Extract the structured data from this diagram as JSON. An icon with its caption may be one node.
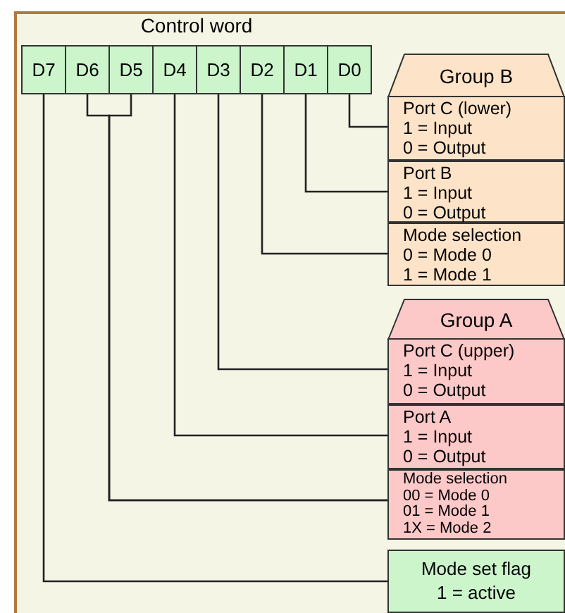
{
  "diagram": {
    "nodes": [
      {
        "text": [
          "Control word"
        ]
      },
      {
        "text": [
          "D7"
        ],
        "in": 0
      },
      {
        "text": [
          "D6"
        ],
        "in": 0
      },
      {
        "text": [
          "D5"
        ],
        "in": 0
      },
      {
        "text": [
          "D4"
        ],
        "in": 0
      },
      {
        "text": [
          "D3"
        ],
        "in": 0
      },
      {
        "text": [
          "D2"
        ],
        "in": 0
      },
      {
        "text": [
          "D1"
        ],
        "in": 0
      },
      {
        "text": [
          "D0"
        ],
        "in": 0
      },
      {
        "text": [
          "Group B"
        ]
      },
      {
        "text": [
          "Port C (lower)",
          "1 = Input",
          "0 = Output"
        ]
      },
      {
        "text": [
          "Port B",
          "1 = Input",
          "0 = Output"
        ]
      },
      {
        "text": [
          "Mode selection",
          "0 = Mode 0",
          "1 = Mode 1"
        ]
      },
      {
        "text": [
          "Group A"
        ]
      },
      {
        "text": [
          "Port C (upper)",
          "1 = Input",
          "0 = Output"
        ]
      },
      {
        "text": [
          "Port A",
          "1 = Input",
          "0 = Output"
        ]
      },
      {
        "text": [
          "Mode selection",
          "00 = Mode 0",
          "01 = Mode 1",
          "1X = Mode 2"
        ]
      },
      {
        "text": [
          "Mode set flag",
          "1 = active"
        ]
      }
    ],
    "edges": [
      {
        "from": 8,
        "to": 10,
        "arrow": "none"
      },
      {
        "from": 7,
        "to": 11,
        "arrow": "none"
      },
      {
        "from": 6,
        "to": 12,
        "arrow": "none"
      },
      {
        "from": 5,
        "to": 14,
        "arrow": "none"
      },
      {
        "from": 4,
        "to": 15,
        "arrow": "none"
      },
      {
        "from": 3,
        "to": 16,
        "arrow": "none"
      },
      {
        "from": 2,
        "to": 16,
        "arrow": "none"
      },
      {
        "from": 1,
        "to": 17,
        "arrow": "none"
      }
    ]
  }
}
